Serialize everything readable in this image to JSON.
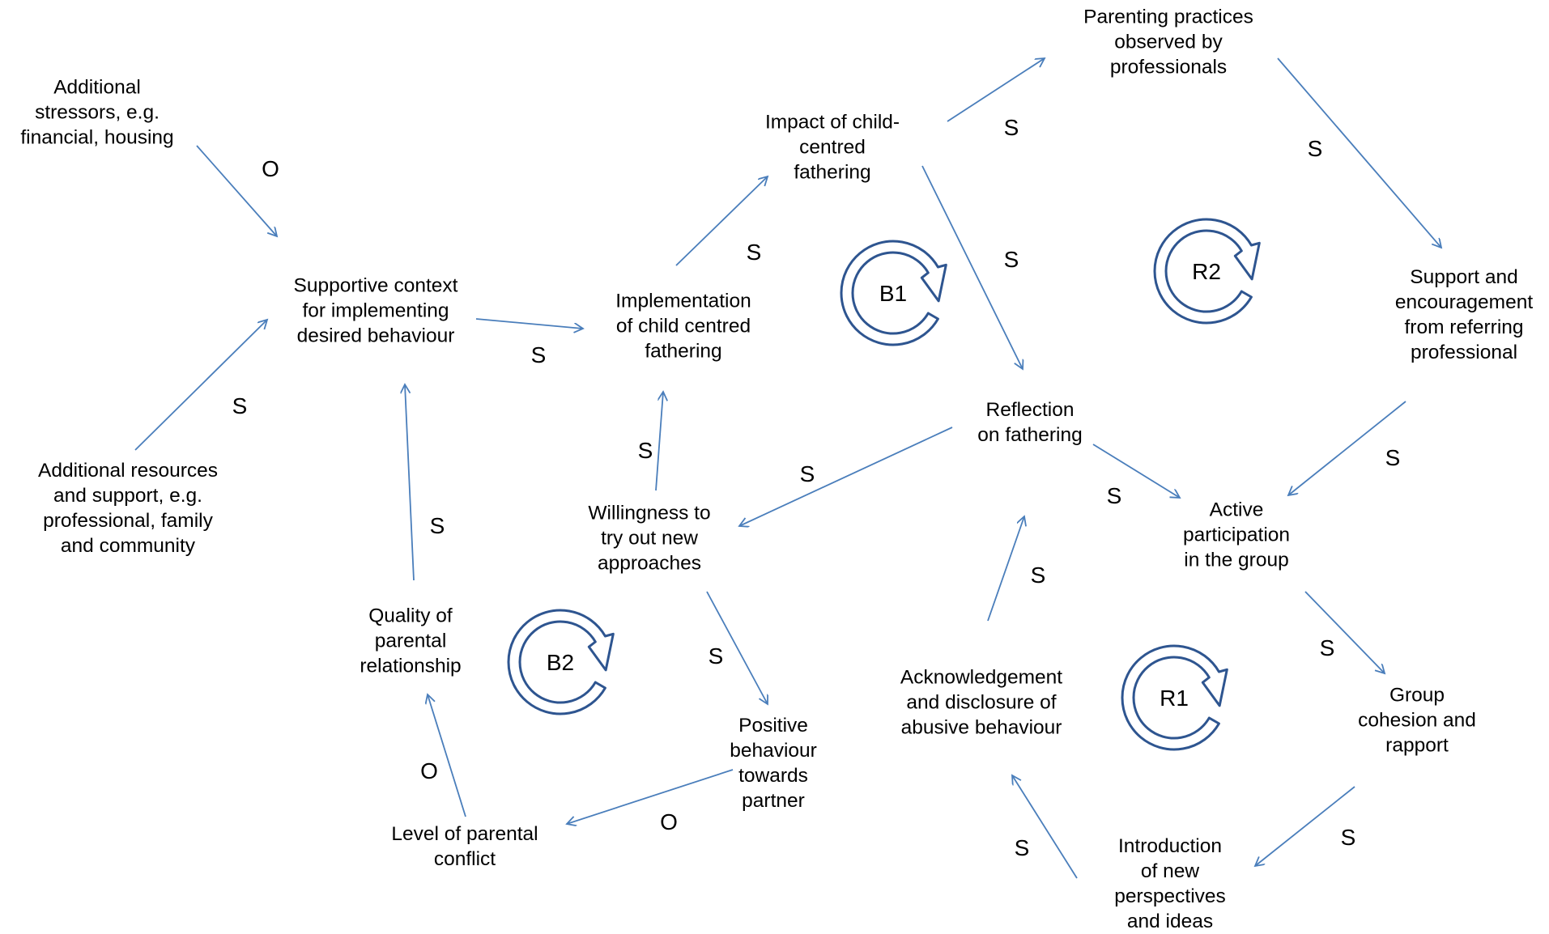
{
  "colors": {
    "arrow": "#4a7ebb",
    "loop": "#2e5590",
    "text": "#000000"
  },
  "nodes": {
    "additional_stressors": [
      "Additional",
      "stressors, e.g.",
      "financial, housing"
    ],
    "supportive_context": [
      "Supportive context",
      "for implementing",
      "desired behaviour"
    ],
    "additional_resources": [
      "Additional resources",
      "and support, e.g.",
      "professional, family",
      "and community"
    ],
    "quality_relationship": [
      "Quality of",
      "parental",
      "relationship"
    ],
    "parental_conflict": [
      "Level of parental",
      "conflict"
    ],
    "implementation": [
      "Implementation",
      "of child centred",
      "fathering"
    ],
    "impact": [
      "Impact of child-",
      "centred",
      "fathering"
    ],
    "willingness": [
      "Willingness to",
      "try out new",
      "approaches"
    ],
    "positive_behaviour": [
      "Positive",
      "behaviour",
      "towards",
      "partner"
    ],
    "parenting_practices": [
      "Parenting practices",
      "observed by",
      "professionals"
    ],
    "reflection": [
      "Reflection",
      "on fathering"
    ],
    "support_encouragement": [
      "Support and",
      "encouragement",
      "from referring",
      "professional"
    ],
    "active_participation": [
      "Active",
      "participation",
      "in the group"
    ],
    "acknowledgement": [
      "Acknowledgement",
      "and disclosure of",
      "abusive behaviour"
    ],
    "group_cohesion": [
      "Group",
      "cohesion and",
      "rapport"
    ],
    "introduction": [
      "Introduction",
      "of new",
      "perspectives",
      "and ideas"
    ]
  },
  "polarities": {
    "stressors_to_context": "O",
    "resources_to_context": "S",
    "context_to_implementation": "S",
    "quality_to_context": "S",
    "conflict_to_quality": "O",
    "positive_to_conflict": "O",
    "implementation_to_impact": "S",
    "willingness_to_implementation": "S",
    "willingness_to_positive": "S",
    "impact_to_practices": "S",
    "impact_to_reflection": "S",
    "practices_to_support": "S",
    "support_to_active": "S",
    "reflection_to_willingness": "S",
    "reflection_to_active": "S",
    "acknowledgement_to_reflection": "S",
    "active_to_cohesion": "S",
    "cohesion_to_introduction": "S",
    "introduction_to_acknowledgement": "S"
  },
  "loops": {
    "b1": "B1",
    "b2": "B2",
    "r1": "R1",
    "r2": "R2"
  }
}
